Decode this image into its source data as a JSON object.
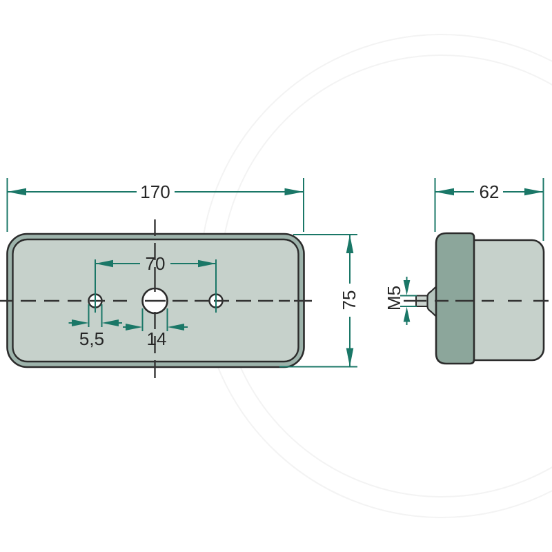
{
  "palette": {
    "dimension_color": "#1A7767",
    "outline_color": "#2B2B2B",
    "centerline_color": "#333333",
    "text_color": "#262626",
    "fill_light": "#C6D1CB",
    "fill_rim": "#9DB3AB",
    "fill_flange": "#8CA69B",
    "fill_boss": "#B5C5BE",
    "fill_stud": "#CBD4CF",
    "hole_fill": "#FFFFFF",
    "background": "#FFFFFF"
  },
  "front_view": {
    "overall_width_label": "170",
    "overall_height_label": "75",
    "hole_spacing_label": "70",
    "small_hole_diameter_label": "5,5",
    "large_hole_diameter_label": "14"
  },
  "side_view": {
    "overall_depth_label": "62",
    "thread_label": "M5"
  }
}
